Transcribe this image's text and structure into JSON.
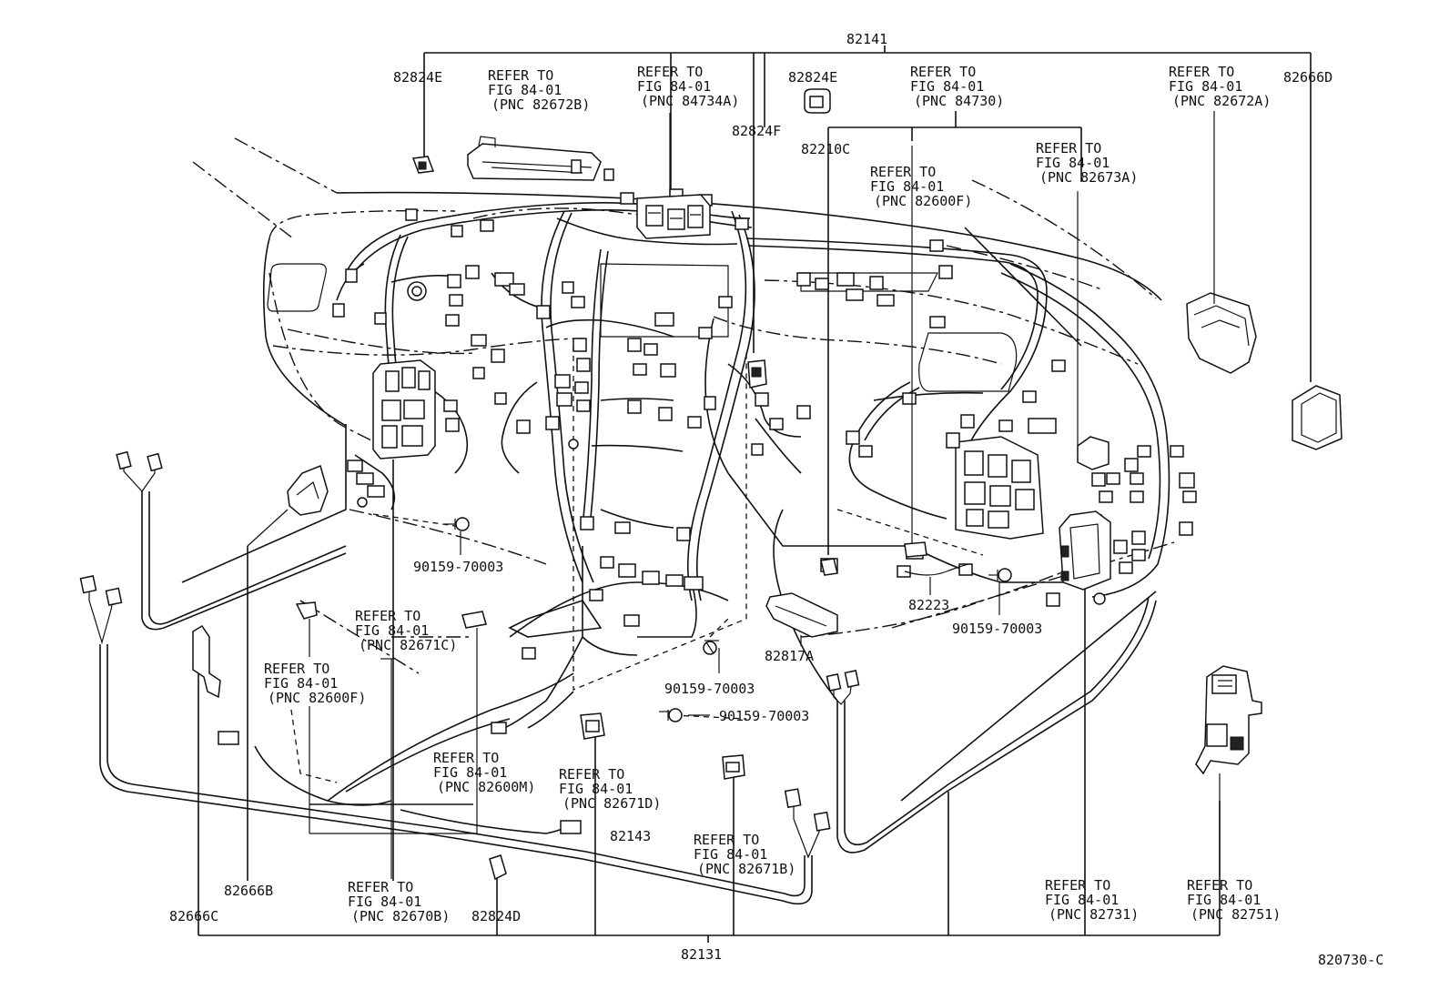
{
  "diagram_id": "820730-C",
  "callouts": {
    "c82141": "82141",
    "c82824E_1": "82824E",
    "c82824E_2": "82824E",
    "c82824F": "82824F",
    "c82210C": "82210C",
    "c82666D": "82666D",
    "c82666B": "82666B",
    "c82666C": "82666C",
    "c82223": "82223",
    "c82817A": "82817A",
    "c82143": "82143",
    "c82824D": "82824D",
    "c82131": "82131",
    "bolt1": "90159-70003",
    "bolt2": "90159-70003",
    "bolt3": "90159-70003",
    "bolt4": "90159-70003"
  },
  "refs": [
    {
      "l1": "REFER TO",
      "l2": "FIG 84-01",
      "l3": "(PNC 82672B)"
    },
    {
      "l1": "REFER TO",
      "l2": "FIG 84-01",
      "l3": "(PNC 84734A)"
    },
    {
      "l1": "REFER TO",
      "l2": "FIG 84-01",
      "l3": "(PNC 84730)"
    },
    {
      "l1": "REFER TO",
      "l2": "FIG 84-01",
      "l3": "(PNC 82672A)"
    },
    {
      "l1": "REFER TO",
      "l2": "FIG 84-01",
      "l3": "(PNC 82673A)"
    },
    {
      "l1": "REFER TO",
      "l2": "FIG 84-01",
      "l3": "(PNC 82600F)"
    },
    {
      "l1": "REFER TO",
      "l2": "FIG 84-01",
      "l3": "(PNC 82671C)"
    },
    {
      "l1": "REFER TO",
      "l2": "FIG 84-01",
      "l3": "(PNC 82600F)"
    },
    {
      "l1": "REFER TO",
      "l2": "FIG 84-01",
      "l3": "(PNC 82600M)"
    },
    {
      "l1": "REFER TO",
      "l2": "FIG 84-01",
      "l3": "(PNC 82671D)"
    },
    {
      "l1": "REFER TO",
      "l2": "FIG 84-01",
      "l3": "(PNC 82671B)"
    },
    {
      "l1": "REFER TO",
      "l2": "FIG 84-01",
      "l3": "(PNC 82670B)"
    },
    {
      "l1": "REFER TO",
      "l2": "FIG 84-01",
      "l3": "(PNC 82731)"
    },
    {
      "l1": "REFER TO",
      "l2": "FIG 84-01",
      "l3": "(PNC 82751)"
    }
  ]
}
